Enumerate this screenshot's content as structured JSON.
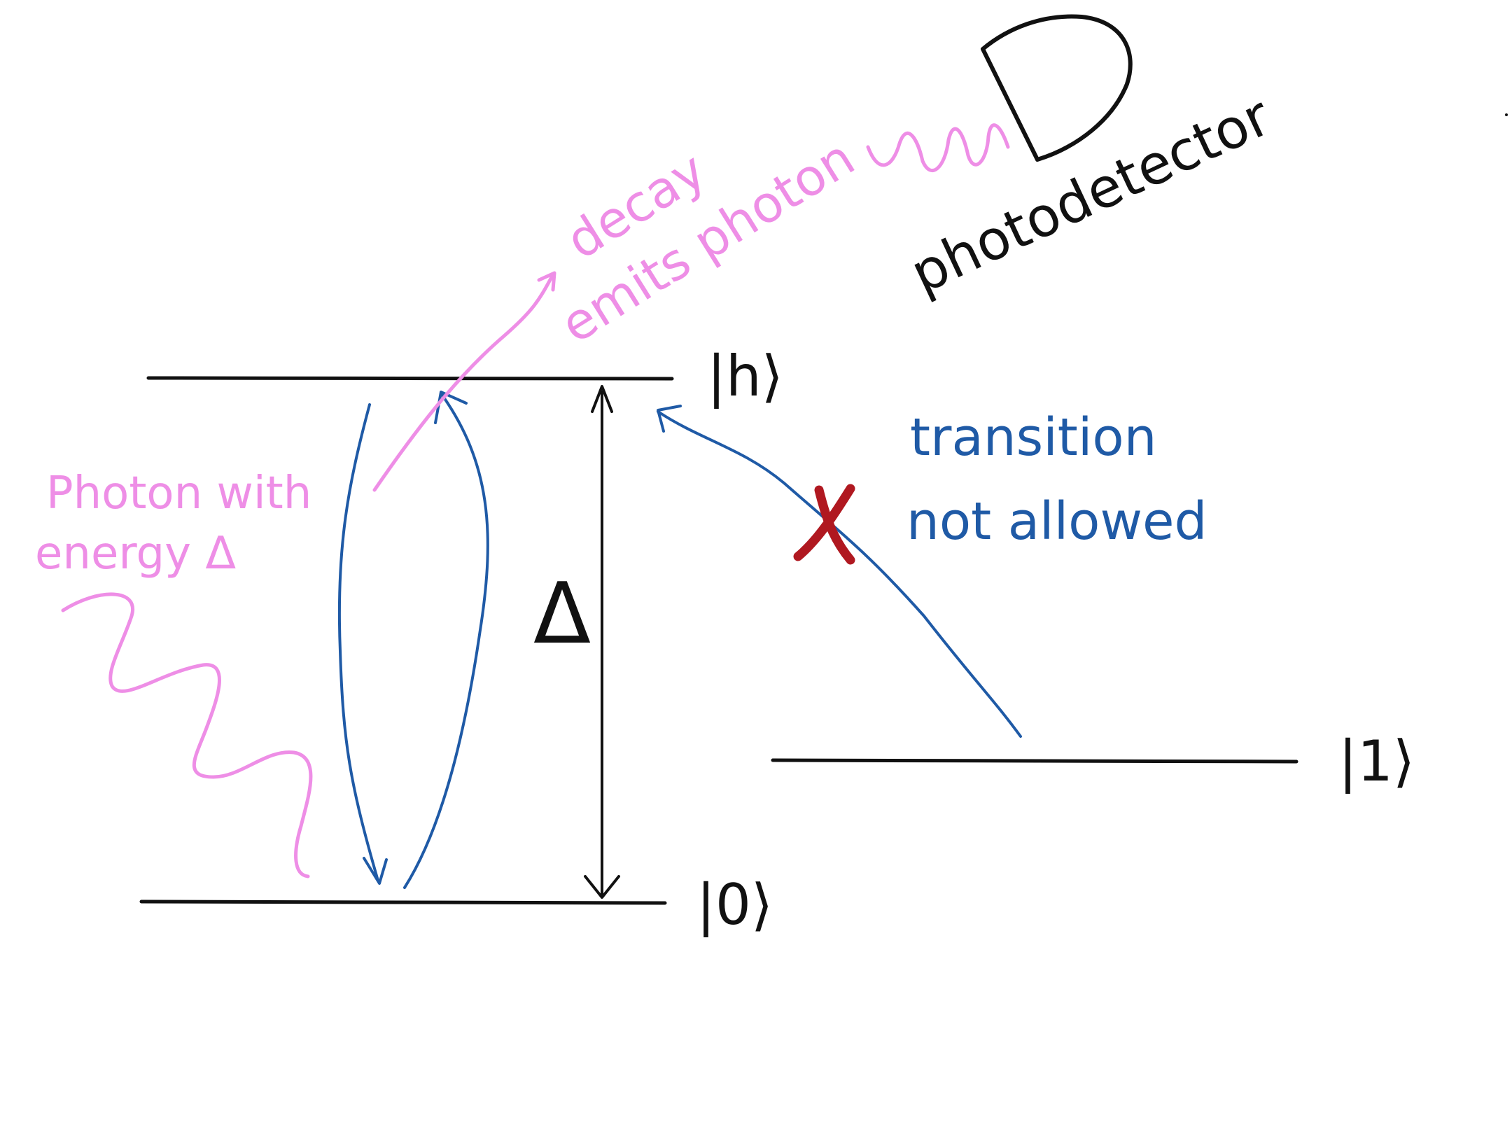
{
  "states": {
    "excited": "|h⟩",
    "ground": "|0⟩",
    "one": "|1⟩"
  },
  "labels": {
    "gap": "Δ",
    "photon_in_line1": "Photon with",
    "photon_in_line2": "energy Δ",
    "decay_line1": "decay",
    "decay_line2": "emits photon",
    "detector": "photodetector",
    "forbidden_line1": "transition",
    "forbidden_line2": "not allowed"
  },
  "colors": {
    "ink": "#111111",
    "photon": "#ee8ee6",
    "transition": "#1f5aa6",
    "forbidden_mark": "#b01820",
    "background": "#ffffff"
  }
}
